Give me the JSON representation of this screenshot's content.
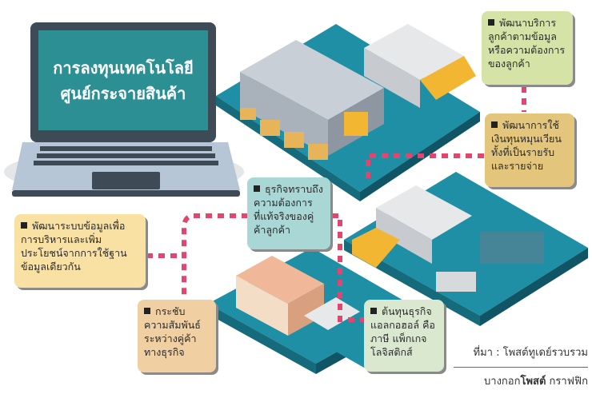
{
  "title": {
    "line1": "การลงทุนเทคโนโลยี",
    "line2": "ศูนย์กระจายสินค้า"
  },
  "boxes": {
    "customer_service": "พัฒนาบริการลูกค้าตามข้อมูลหรือความต้องการของลูกค้า",
    "working_capital": "พัฒนาการใช้เงินทุนหมุนเวียนทั้งที่เป็นรายรับและรายจ่าย",
    "real_needs": "ธุรกิจทราบถึงความต้องการที่แท้จริงของคู่ค้าลูกค้า",
    "data_system": "พัฒนาระบบข้อมูลเพื่อการบริหารและเพิ่มประโยชน์จากการใช้ฐานข้อมูลเดียวกัน",
    "relationship": "กระชับความสัมพันธ์ระหว่างคู่ค้าทางธุรกิจ",
    "costs": "ต้นทุนธุรกิจแอลกอฮอล์ คือ ภาษี แพ็กเกจ โลจิสติกส์"
  },
  "source": {
    "line1": "ที่มา : โพสต์ทูเดย์รวบรวม",
    "publisher_bold": "โพสต์",
    "publisher_pre": "บางกอก",
    "publisher_post": " กราฟฟิก"
  },
  "colors": {
    "teal": "#2b8f93",
    "dots": "#e2466e",
    "platform": "#1f8fa6"
  }
}
